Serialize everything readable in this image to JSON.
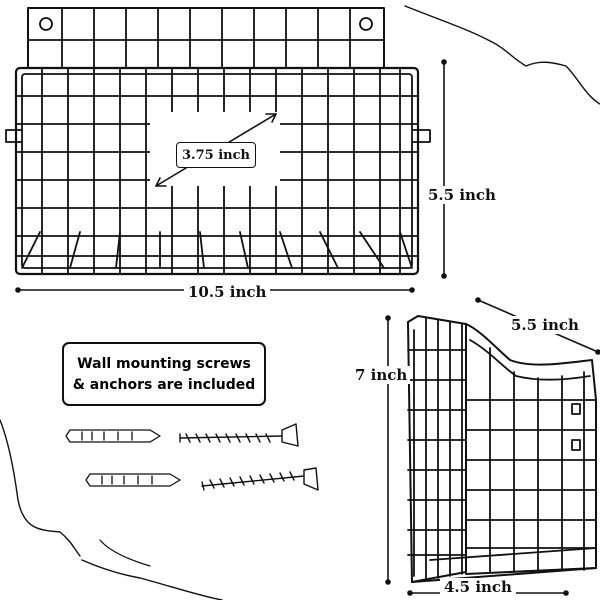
{
  "labels": {
    "width_front": "10.5 inch",
    "height_front": "5.5 inch",
    "opening": "3.75 inch",
    "height_side": "7 inch",
    "depth_side": "5.5 inch",
    "bottom_side": "4.5 inch"
  },
  "note": {
    "line1": "Wall mounting screws",
    "line2": "& anchors are included"
  },
  "colors": {
    "line": "#111111",
    "background": "#ffffff"
  }
}
